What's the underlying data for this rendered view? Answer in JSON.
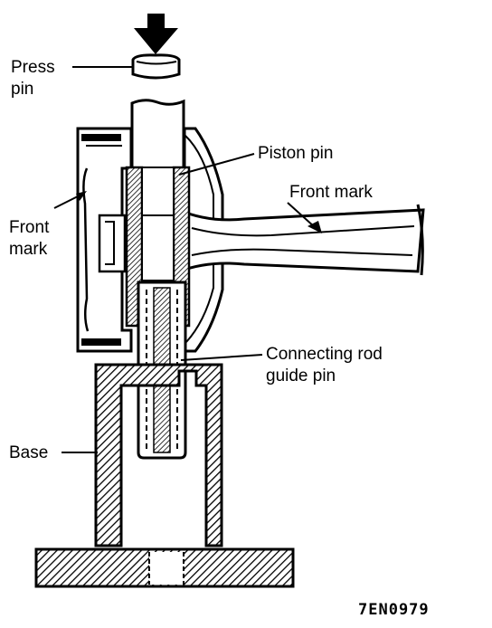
{
  "labels": {
    "press_pin_1": "Press",
    "press_pin_2": "pin",
    "piston_pin": "Piston pin",
    "front_mark_right": "Front mark",
    "front_mark_left_1": "Front",
    "front_mark_left_2": "mark",
    "guide_pin_1": "Connecting rod",
    "guide_pin_2": "guide pin",
    "base": "Base"
  },
  "figure_code": "7EN0979",
  "colors": {
    "ink": "#000000",
    "paper": "#ffffff"
  }
}
